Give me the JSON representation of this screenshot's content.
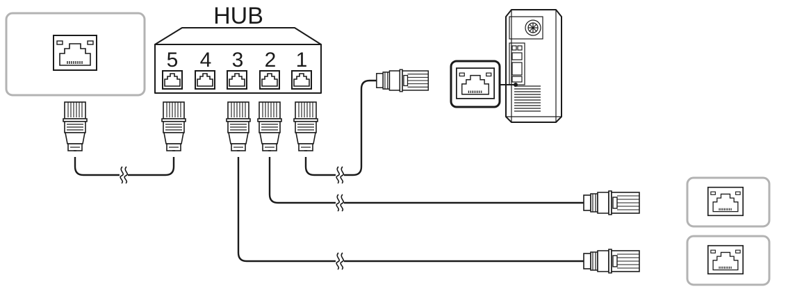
{
  "hub": {
    "title": "HUB",
    "ports": [
      "5",
      "4",
      "3",
      "2",
      "1"
    ]
  },
  "icons": {
    "lan_port": "rj45-port-icon",
    "plug": "rj45-plug-icon",
    "computer": "desktop-tower-icon",
    "cable_break": "cable-break-icon"
  },
  "colors": {
    "line": "#1a1a1a",
    "device_frame": "#b3b3b3",
    "background": "#ffffff"
  }
}
